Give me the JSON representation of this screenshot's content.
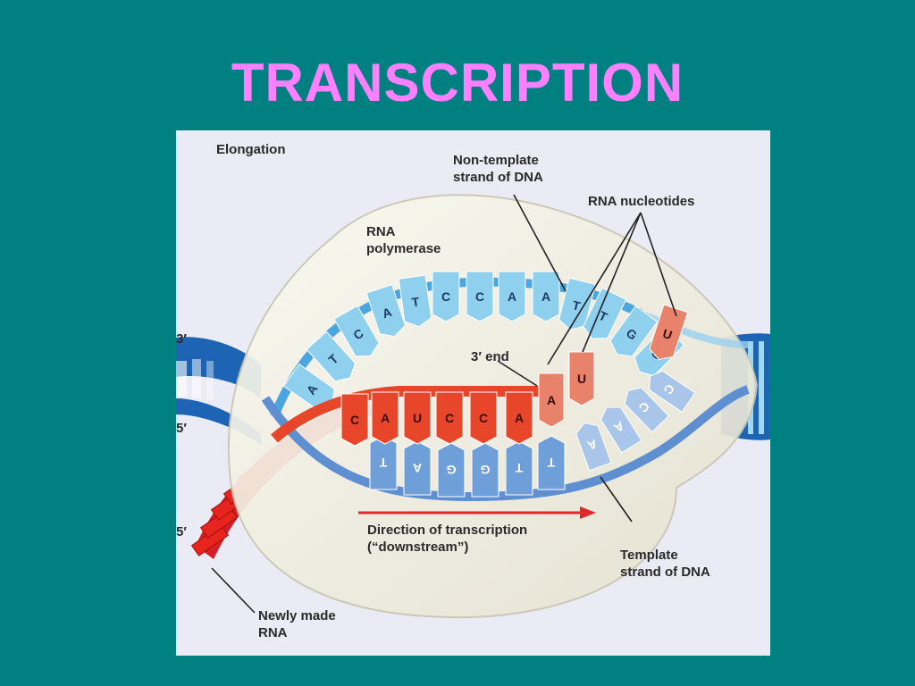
{
  "slide": {
    "title": "TRANSCRIPTION",
    "background": "#008080",
    "title_color": "#ff80ff"
  },
  "diagram": {
    "stage_label": "Elongation",
    "labels": {
      "non_template_line1": "Non-template",
      "non_template_line2": "strand of DNA",
      "rna_nucleotides": "RNA nucleotides",
      "rna_polymerase_line1": "RNA",
      "rna_polymerase_line2": "polymerase",
      "three_prime_end": "3′ end",
      "direction_line1": "Direction of transcription",
      "direction_line2": "(“downstream”)",
      "template_line1": "Template",
      "template_line2": "strand of DNA",
      "newly_made_line1": "Newly made",
      "newly_made_line2": "RNA"
    },
    "strand_ends": {
      "top_left": "3′",
      "middle_left": "5′",
      "bottom_left": "5′"
    },
    "non_template_bases": [
      "A",
      "T",
      "C",
      "A",
      "T",
      "C",
      "C",
      "A",
      "A",
      "T",
      "T",
      "G",
      "G"
    ],
    "rna_bases": [
      "C",
      "A",
      "U",
      "C",
      "C",
      "A"
    ],
    "incoming_nucleotides": [
      "A",
      "U",
      "U"
    ],
    "template_bases_paired": [
      "T",
      "A",
      "G",
      "G",
      "T",
      "T"
    ],
    "template_bases_unpaired": [
      "A",
      "A",
      "C",
      "C"
    ],
    "colors": {
      "non_template_strand": "#8fd0ee",
      "template_strand": "#6f9fd8",
      "rna": "#e8462a",
      "nucleotide": "#e8826a",
      "direction_arrow": "#e3262b",
      "polymerase": "#f3f0e2"
    }
  }
}
